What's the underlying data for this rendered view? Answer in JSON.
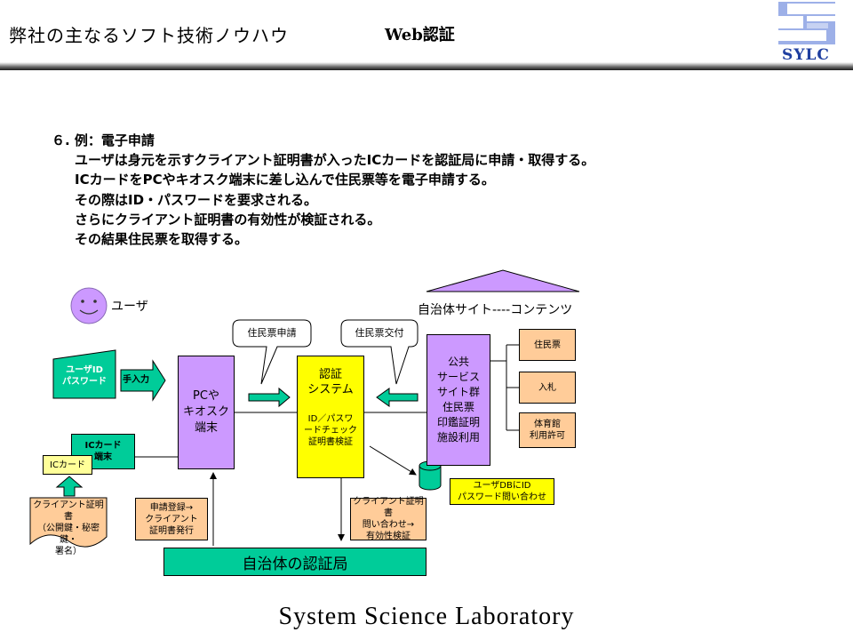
{
  "header": {
    "title": "弊社の主なるソフト技術ノウハウ",
    "subtitle": "Web認証",
    "logo_text": "SYLC"
  },
  "body": {
    "lines": [
      "６. 例：電子申請",
      "ユーザは身元を示すクライアント証明書が入ったICカードを認証局に申請・取得する。",
      "ICカードをPCやキオスク端末に差し込んで住民票等を電子申請する。",
      "その際はID・パスワードを要求される。",
      "さらにクライアント証明書の有効性が検証される。",
      "その結果住民票を取得する。"
    ]
  },
  "diagram": {
    "user_label": "ユーザ",
    "site_label": "自治体サイト----コンテンツ",
    "id_pw": [
      "ユーザID",
      "パスワード"
    ],
    "manual_input": "手入力",
    "pc": [
      "PCや",
      "キオスク",
      "端末"
    ],
    "ic_terminal": [
      "ICカード",
      "端末"
    ],
    "ic_card": "ICカード",
    "client_cert_doc": [
      "クライアント証明書",
      "（公開鍵・秘密鍵・",
      "署名）"
    ],
    "apply_issue": [
      "申請登録→",
      "クライアント",
      "証明書発行"
    ],
    "callout_apply": "住民票申請",
    "callout_deliver": "住民票交付",
    "auth_system": [
      "認証",
      "システム"
    ],
    "auth_detail": [
      "ID／パスワ",
      "ードチェック",
      "証明書検証"
    ],
    "public_service": [
      "公共",
      "サービス",
      "サイト群",
      "住民票",
      "印鑑証明",
      "施設利用"
    ],
    "contents": [
      "住民票",
      "入札",
      "体育館\n利用許可"
    ],
    "db_query": [
      "ユーザDBにID",
      "パスワード問い合わせ"
    ],
    "cert_query": [
      "クライアント証明書",
      "問い合わせ→",
      "有効性検証"
    ],
    "ca": "自治体の認証局"
  },
  "footer": {
    "text": "System Science Laboratory"
  }
}
